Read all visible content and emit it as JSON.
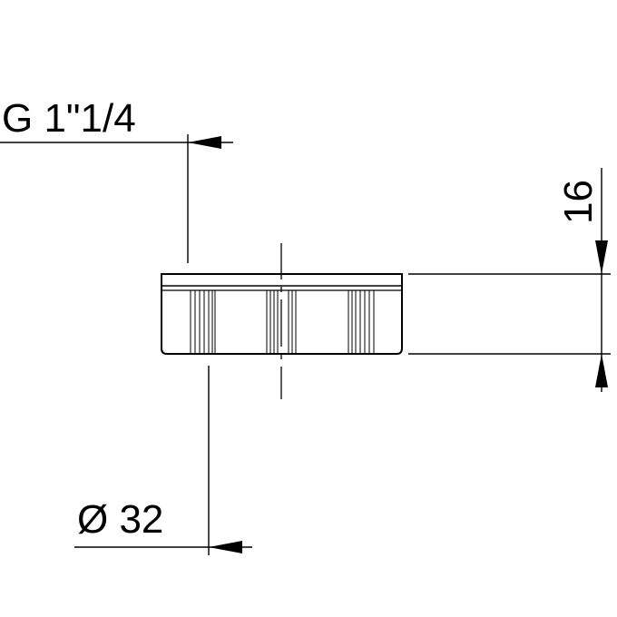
{
  "drawing": {
    "thread_label": "G 1\"1/4",
    "diameter_label": "Ø 32",
    "height_label": "16",
    "line_color": "#000000",
    "background_color": "#ffffff"
  }
}
